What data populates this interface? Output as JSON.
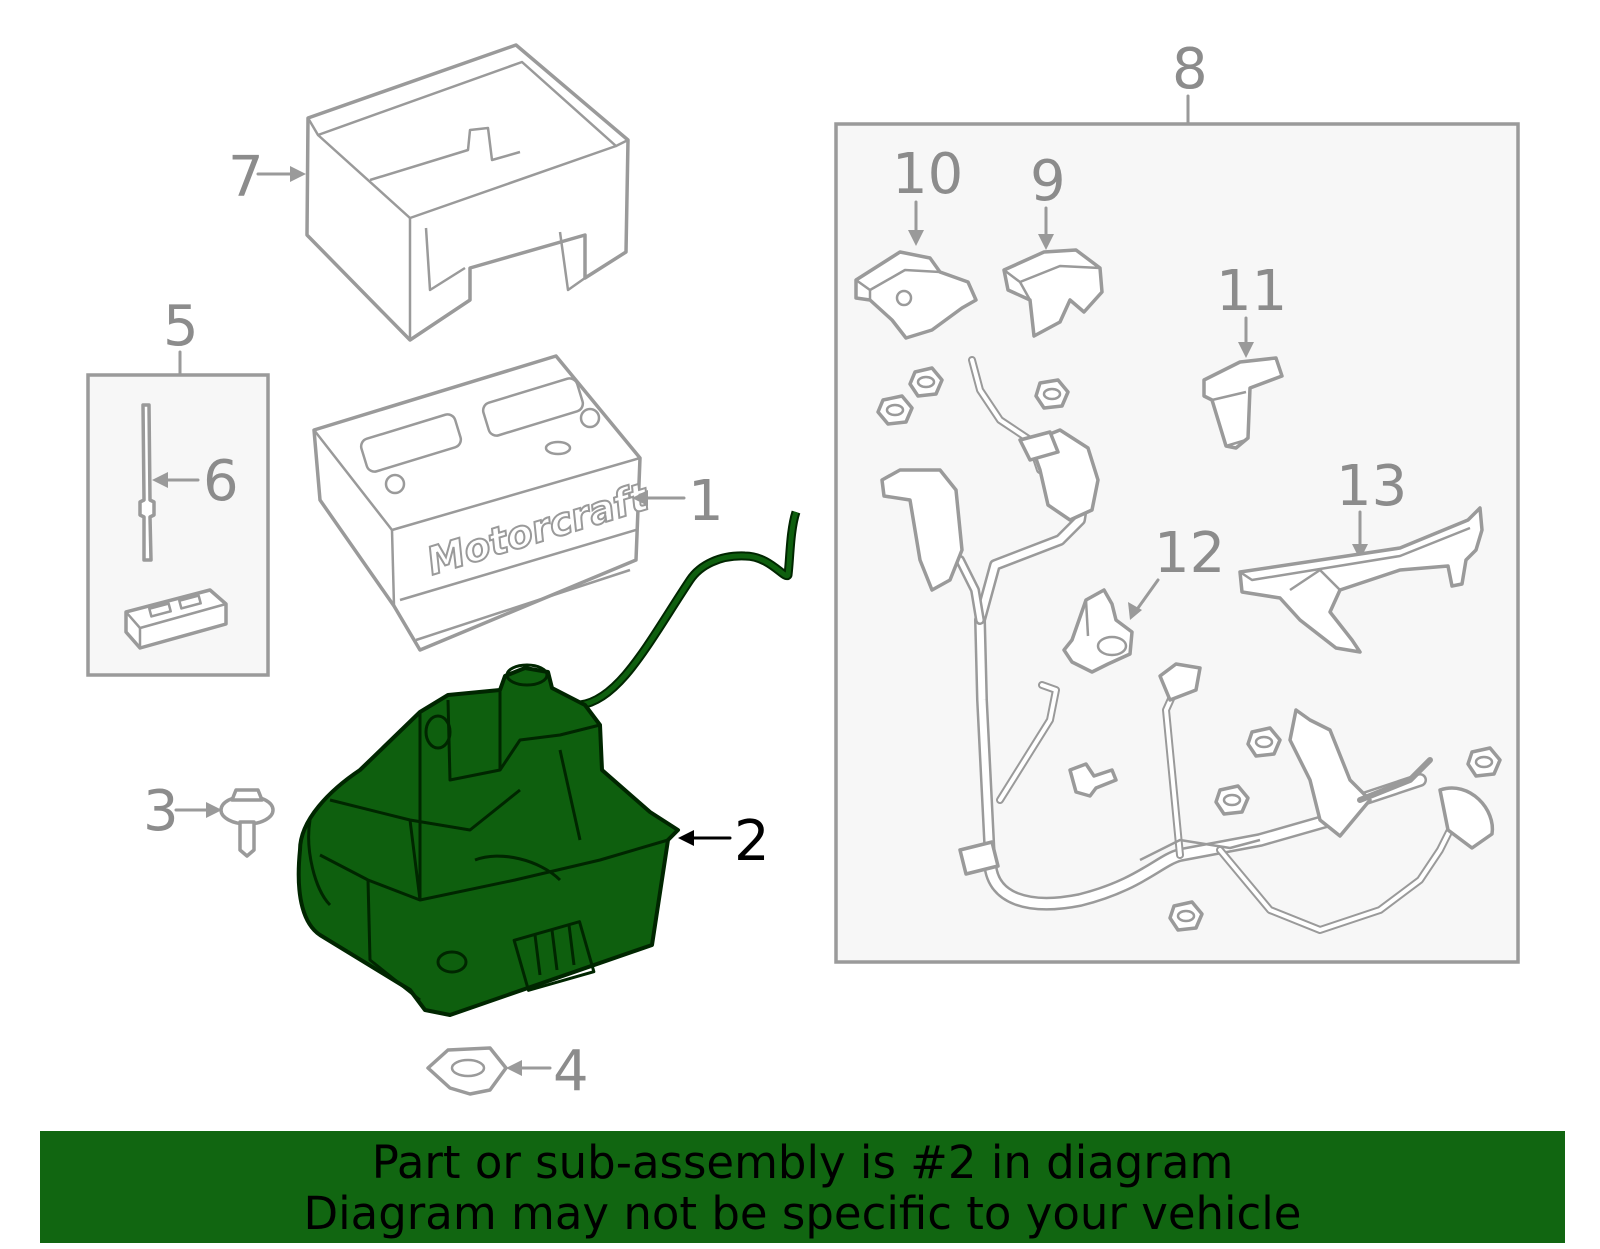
{
  "callouts": {
    "c1": "1",
    "c2": "2",
    "c3": "3",
    "c4": "4",
    "c5": "5",
    "c6": "6",
    "c7": "7",
    "c8": "8",
    "c9": "9",
    "c10": "10",
    "c11": "11",
    "c12": "12",
    "c13": "13"
  },
  "battery": {
    "brand": "Motorcraft"
  },
  "colors": {
    "highlight": "#0e5f0e",
    "banner": "#116611",
    "line": "#9a9a9a"
  },
  "banner": {
    "line1": "Part or sub-assembly is #2 in diagram",
    "line2": "Diagram may not be specific to your vehicle"
  }
}
